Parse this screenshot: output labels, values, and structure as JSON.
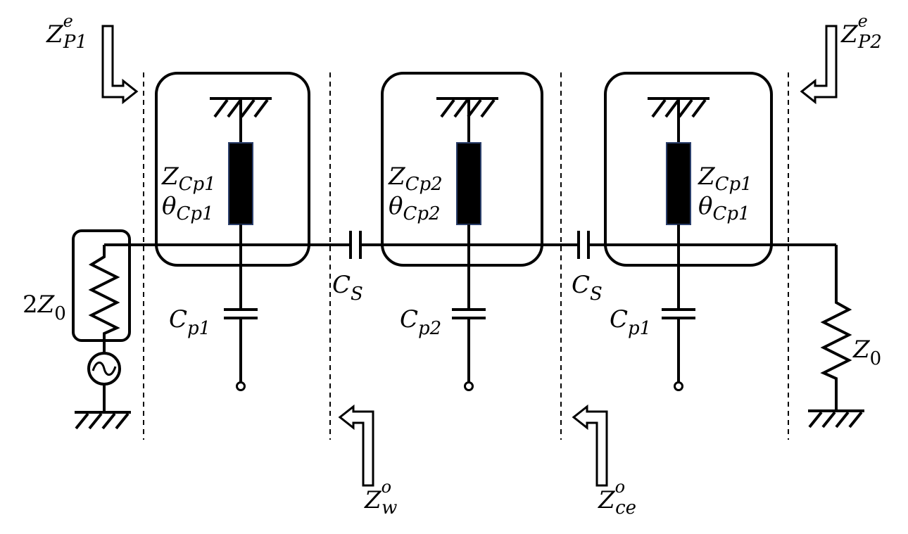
{
  "ports": {
    "p1": {
      "base": "Z",
      "sub": "P1",
      "sup": "e"
    },
    "p2": {
      "base": "Z",
      "sub": "P2",
      "sup": "e"
    },
    "w": {
      "base": "Z",
      "sub": "w",
      "sup": "o"
    },
    "ce": {
      "base": "Z",
      "sub": "ce",
      "sup": "o"
    }
  },
  "source": {
    "coef": "2",
    "base": "Z",
    "sub": "0"
  },
  "load": {
    "base": "Z",
    "sub": "0"
  },
  "cells": [
    {
      "z_base": "Z",
      "z_sub": "Cp1",
      "t_base": "θ",
      "t_sub": "Cp1",
      "cap_base": "C",
      "cap_sub": "p1"
    },
    {
      "z_base": "Z",
      "z_sub": "Cp2",
      "t_base": "θ",
      "t_sub": "Cp2",
      "cap_base": "C",
      "cap_sub": "p2"
    },
    {
      "z_base": "Z",
      "z_sub": "Cp1",
      "t_base": "θ",
      "t_sub": "Cp1",
      "cap_base": "C",
      "cap_sub": "p1"
    }
  ],
  "series_caps": [
    {
      "base": "C",
      "sub": "S"
    },
    {
      "base": "C",
      "sub": "S"
    }
  ]
}
